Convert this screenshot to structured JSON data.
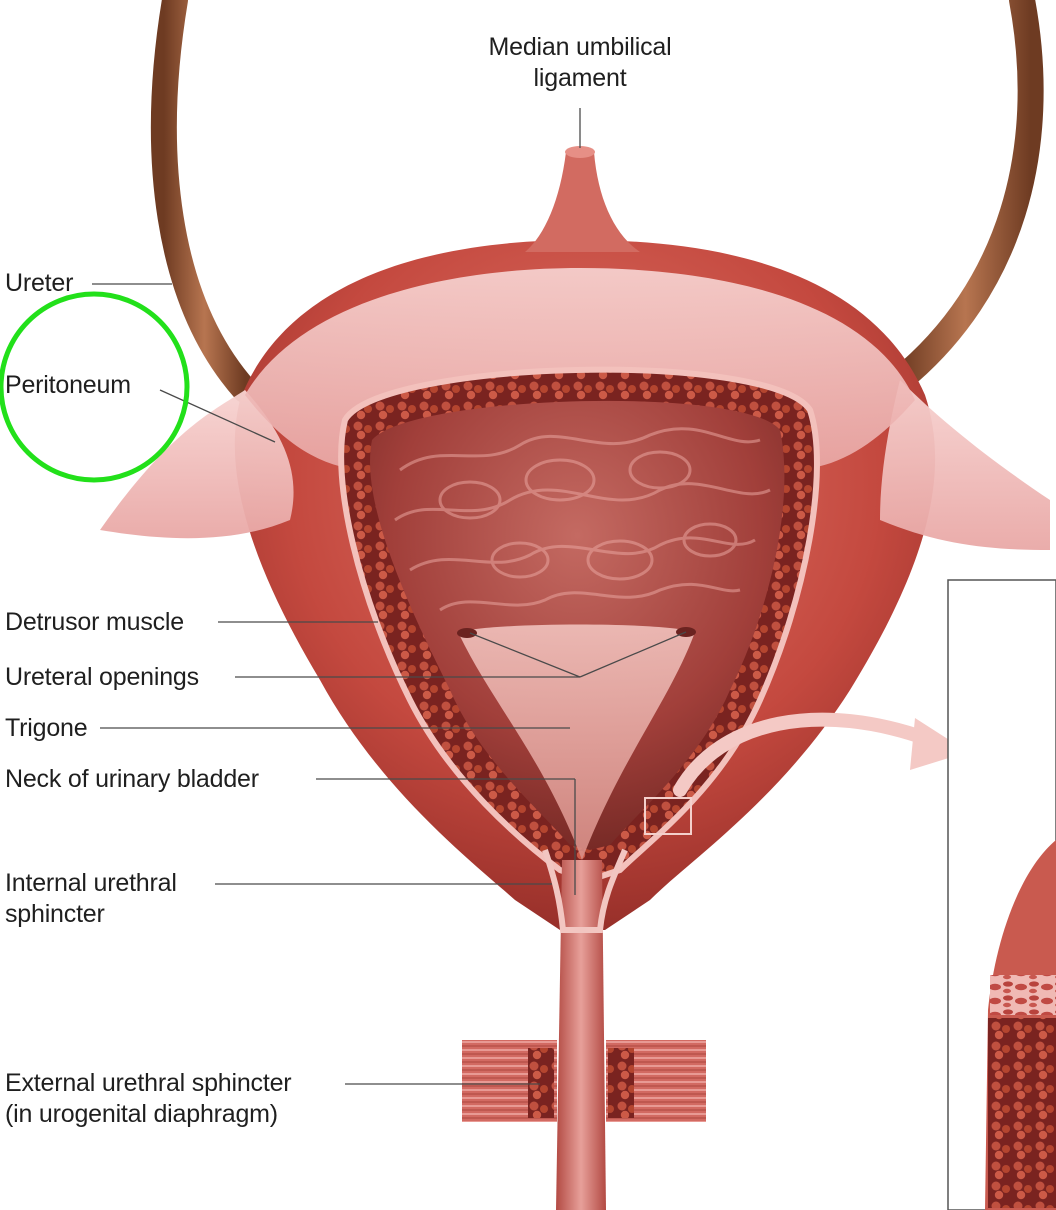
{
  "labels": {
    "median_umbilical_ligament": [
      "Median umbilical",
      "ligament"
    ],
    "ureter": "Ureter",
    "peritoneum": "Peritoneum",
    "detrusor_muscle": "Detrusor muscle",
    "ureteral_openings": "Ureteral openings",
    "trigone": "Trigone",
    "neck_of_urinary_bladder": "Neck of urinary bladder",
    "internal_urethral_sphincter": [
      "Internal urethral",
      "sphincter"
    ],
    "external_urethral_sphincter": [
      "External urethral sphincter",
      "(in urogenital diaphragm)"
    ]
  },
  "highlight": {
    "shape": "circle",
    "target": "Peritoneum",
    "color": "#22e01a"
  },
  "colors": {
    "ureter": "#a0613c",
    "peritoneum": "#eeb0b0",
    "bladder_wall": "#c24c42",
    "lumen": "#a3403c",
    "leader_line": "#4a4a4a"
  }
}
